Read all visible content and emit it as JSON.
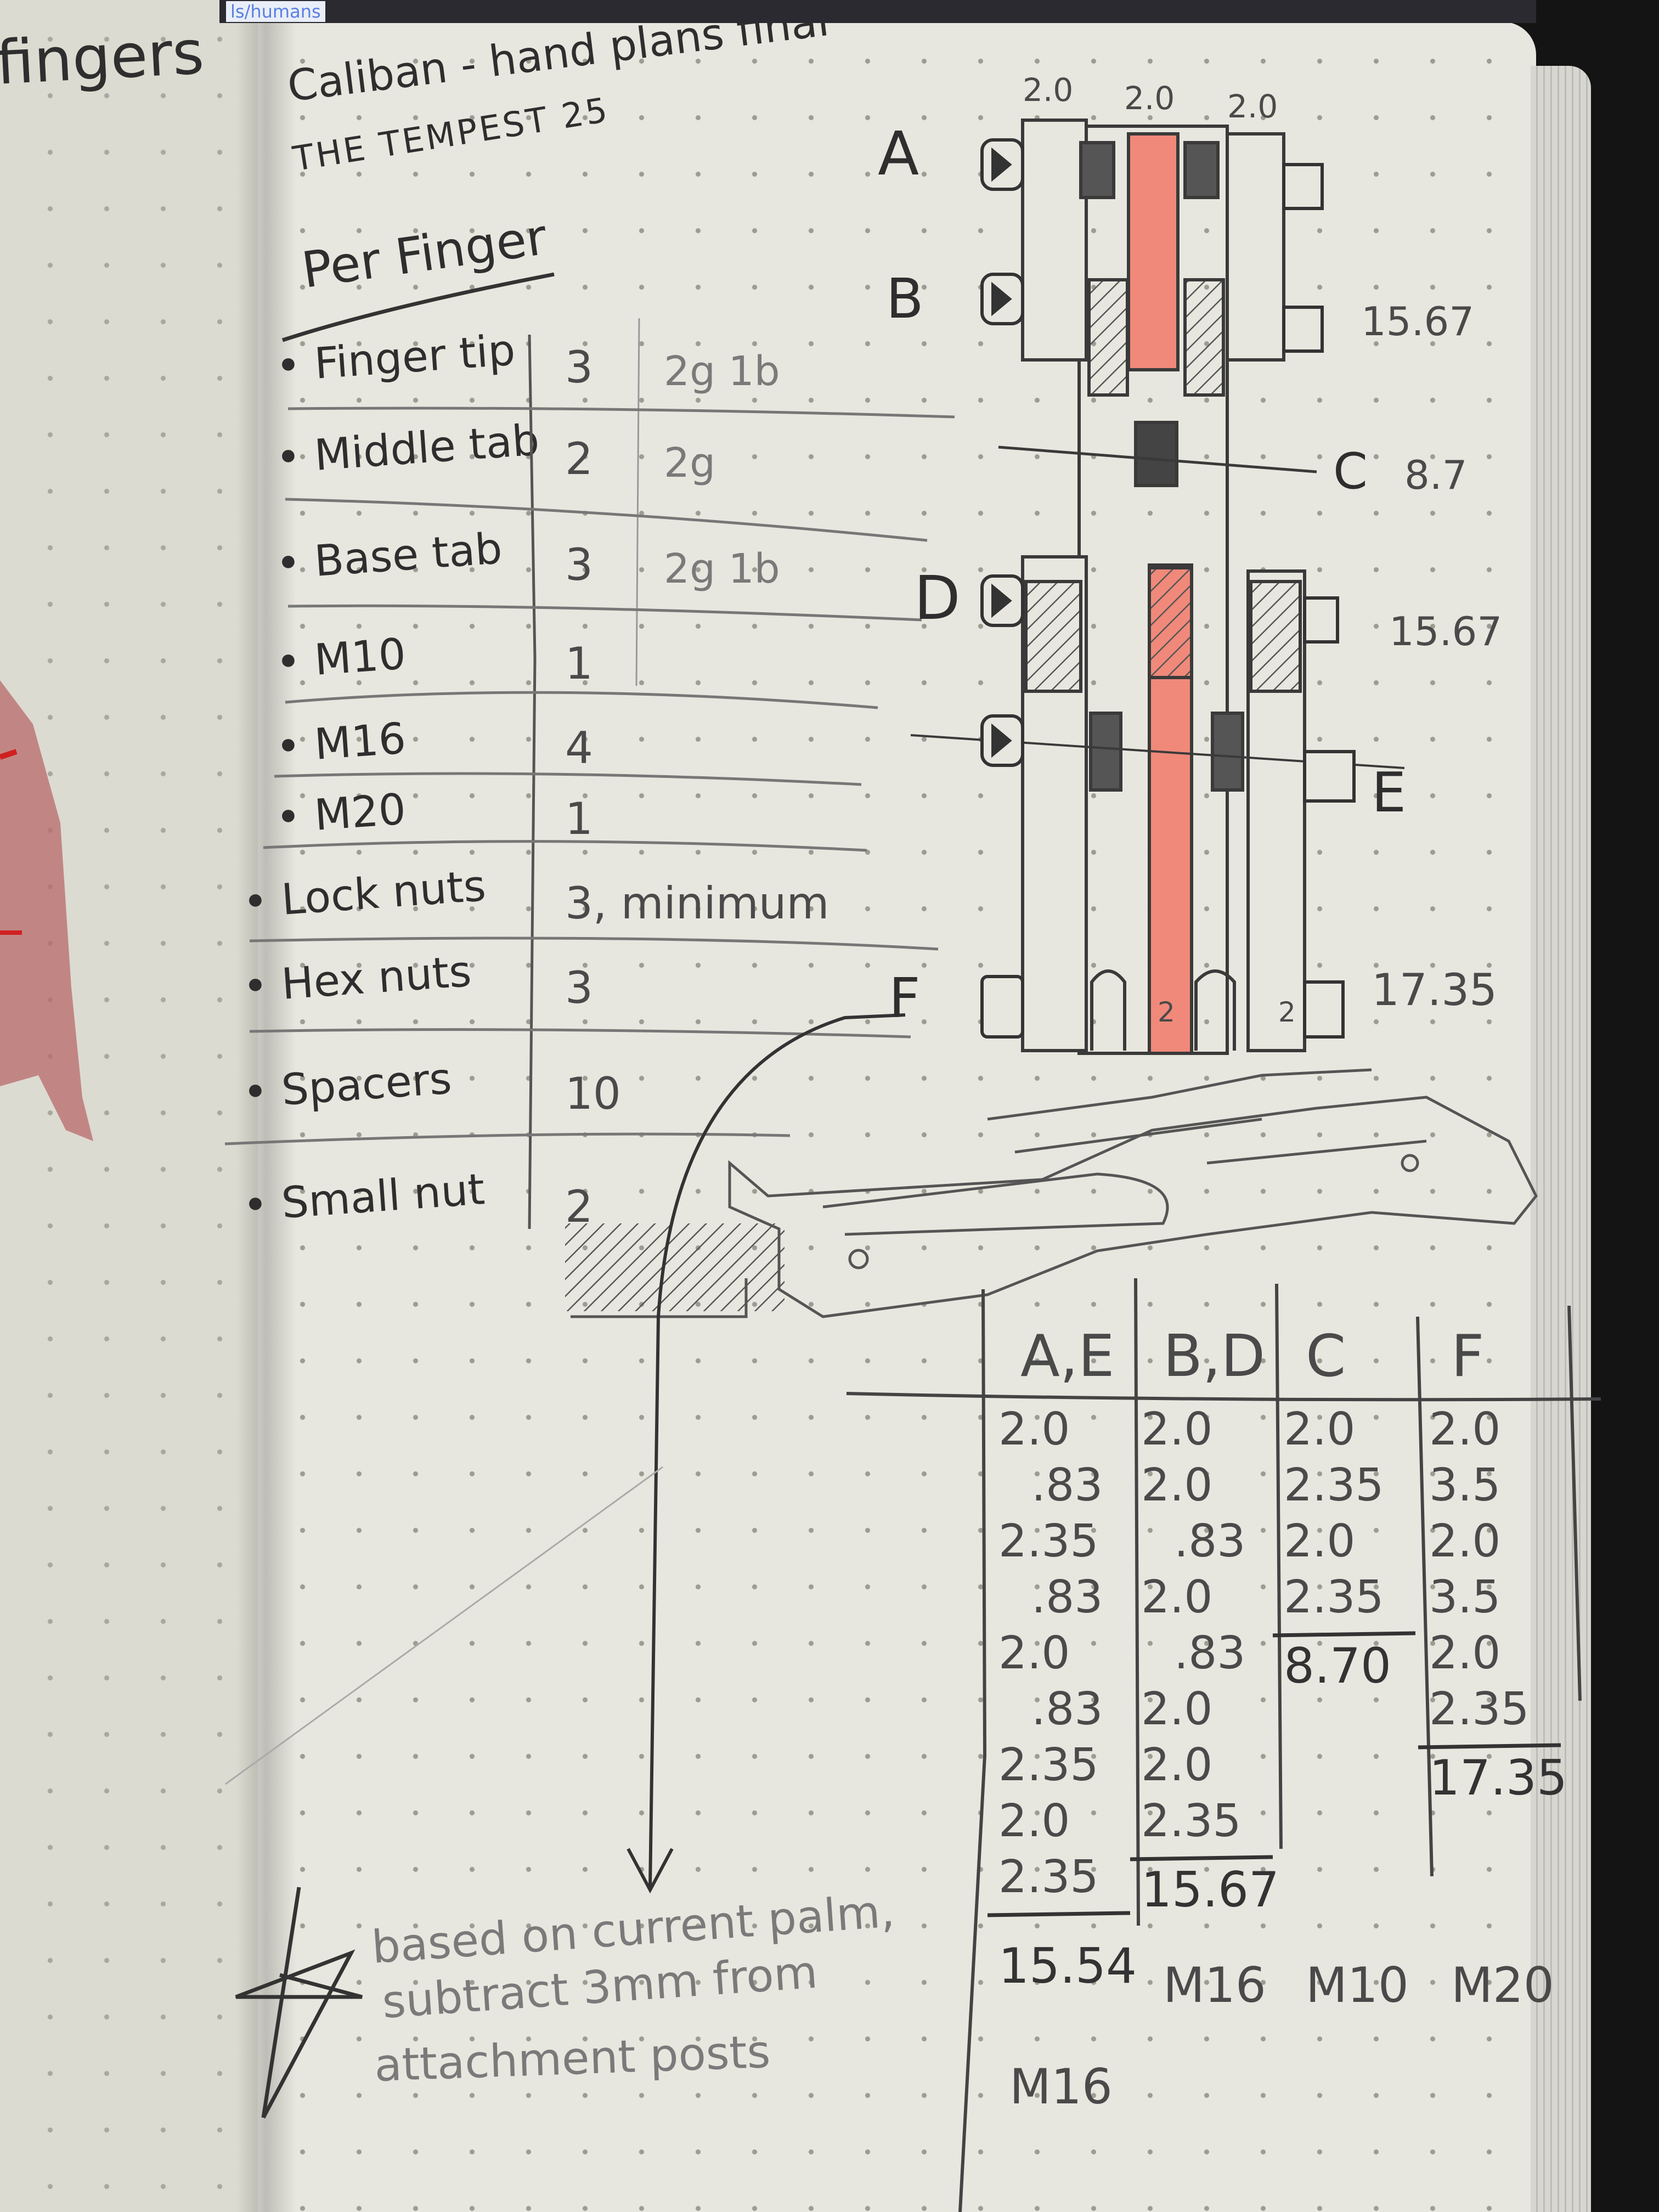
{
  "left_page": {
    "fragment": "fingers"
  },
  "screen_fragment": "ls/humans",
  "title": {
    "line1": "Caliban - hand plans final",
    "line2": "THE TEMPEST 25"
  },
  "parts_list": {
    "heading": "Per Finger",
    "items": [
      {
        "name": "Finger tip",
        "qty": "3",
        "note": "2g 1b"
      },
      {
        "name": "Middle tab",
        "qty": "2",
        "note": "2g"
      },
      {
        "name": "Base tab",
        "qty": "3",
        "note": "2g 1b"
      },
      {
        "name": "M10",
        "qty": "1",
        "note": ""
      },
      {
        "name": "M16",
        "qty": "4",
        "note": ""
      },
      {
        "name": "M20",
        "qty": "1",
        "note": ""
      },
      {
        "name": "Lock nuts",
        "qty": "3, minimum",
        "note": ""
      },
      {
        "name": "Hex nuts",
        "qty": "3",
        "note": ""
      },
      {
        "name": "Spacers",
        "qty": "10",
        "note": ""
      },
      {
        "name": "Small nut",
        "qty": "2",
        "note": ""
      }
    ]
  },
  "diagram": {
    "top_widths": [
      "2.0",
      "2.0",
      "2.0"
    ],
    "labels": {
      "a": "A",
      "b": "B",
      "c": "C",
      "d": "D",
      "e": "E",
      "f": "F"
    },
    "dimensions": {
      "c": "8.7",
      "b": "15.67",
      "d": "15.67",
      "f": "17.35"
    },
    "spacer_marks": [
      "2",
      "2"
    ],
    "accent_color": "#f0897a"
  },
  "calc_table": {
    "columns": [
      {
        "header": "A,E",
        "values": [
          "2.0",
          ".83",
          "2.35",
          ".83",
          "2.0",
          ".83",
          "2.35",
          "2.0",
          "2.35"
        ],
        "total": "15.54",
        "bolt": "M16"
      },
      {
        "header": "B,D",
        "values": [
          "2.0",
          "2.0",
          ".83",
          "2.0",
          ".83",
          "2.0",
          "2.0",
          "2.35"
        ],
        "total": "15.67",
        "bolt": "M16"
      },
      {
        "header": "C",
        "values": [
          "2.0",
          "2.35",
          "2.0",
          "2.35"
        ],
        "total": "8.70",
        "bolt": "M10"
      },
      {
        "header": "F",
        "values": [
          "2.0",
          "3.5",
          "2.0",
          "3.5",
          "2.0",
          "2.35"
        ],
        "total": "17.35",
        "bolt": "M20"
      }
    ]
  },
  "footnote": {
    "icon": "star-icon",
    "lines": [
      "based on current palm,",
      "subtract 3mm from",
      "attachment posts"
    ]
  }
}
